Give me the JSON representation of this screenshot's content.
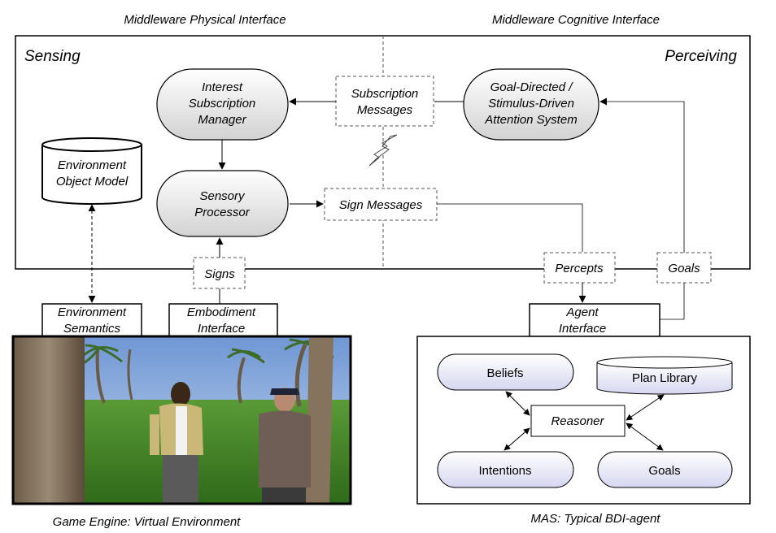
{
  "headers": {
    "physical": "Middleware Physical Interface",
    "cognitive": "Middleware Cognitive Interface"
  },
  "regions": {
    "sensing": "Sensing",
    "perceiving": "Perceiving"
  },
  "nodes": {
    "interest_manager": [
      "Interest",
      "Subscription",
      "Manager"
    ],
    "subscription_messages": [
      "Subscription",
      "Messages"
    ],
    "attention_system": [
      "Goal-Directed /",
      "Stimulus-Driven",
      "Attention System"
    ],
    "environment_model": [
      "Environment",
      "Object Model"
    ],
    "sensory_processor": [
      "Sensory",
      "Processor"
    ],
    "sign_messages": "Sign Messages",
    "signs": "Signs",
    "percepts": "Percepts",
    "goals_box": "Goals",
    "environment_semantics": [
      "Environment",
      "Semantics"
    ],
    "embodiment_interface": [
      "Embodiment",
      "Interface"
    ],
    "agent_interface": [
      "Agent",
      "Interface"
    ]
  },
  "bdi": {
    "beliefs": "Beliefs",
    "plan_library": "Plan Library",
    "reasoner": "Reasoner",
    "intentions": "Intentions",
    "goals": "Goals"
  },
  "captions": {
    "game_engine": "Game Engine: Virtual Environment",
    "mas": "MAS: Typical BDI-agent"
  },
  "colors": {
    "pill_top": "#ffffff",
    "pill_bottom": "#d4d4d4",
    "bdi_top": "#ffffff",
    "bdi_bottom": "#d8d8f2",
    "sky": "#a9c3e6",
    "grass": "#3f7a22"
  }
}
